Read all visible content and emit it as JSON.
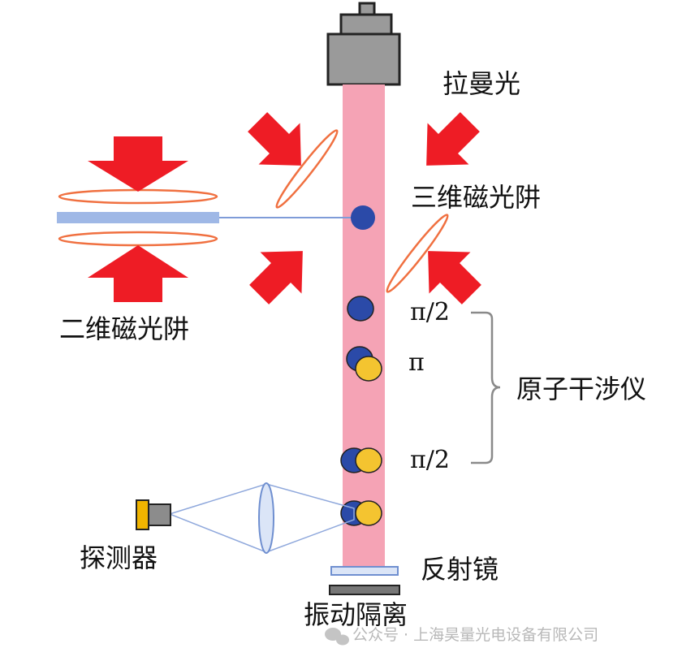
{
  "labels": {
    "raman_light": "拉曼光",
    "mot_3d": "三维磁光阱",
    "mot_2d": "二维磁光阱",
    "pulse_1": "π/2",
    "pulse_2": "π",
    "pulse_3": "π/2",
    "interferometer": "原子干涉仪",
    "detector": "探测器",
    "mirror": "反射镜",
    "vibration_isolation": "振动隔离"
  },
  "watermark": {
    "text": "公众号 · 上海昊量光电设备有限公司"
  },
  "colors": {
    "raman_beam": "#f5a3b5",
    "cooling_arrow": "#ee1c25",
    "coil": "#f07040",
    "atom_blue": "#2b4aa8",
    "atom_yellow": "#f4c430",
    "atom_beam": "#9fb8e6",
    "optics": "#6f8fd0",
    "camera_gray": "#8c8c8c",
    "detector_yellow": "#f0b400"
  }
}
